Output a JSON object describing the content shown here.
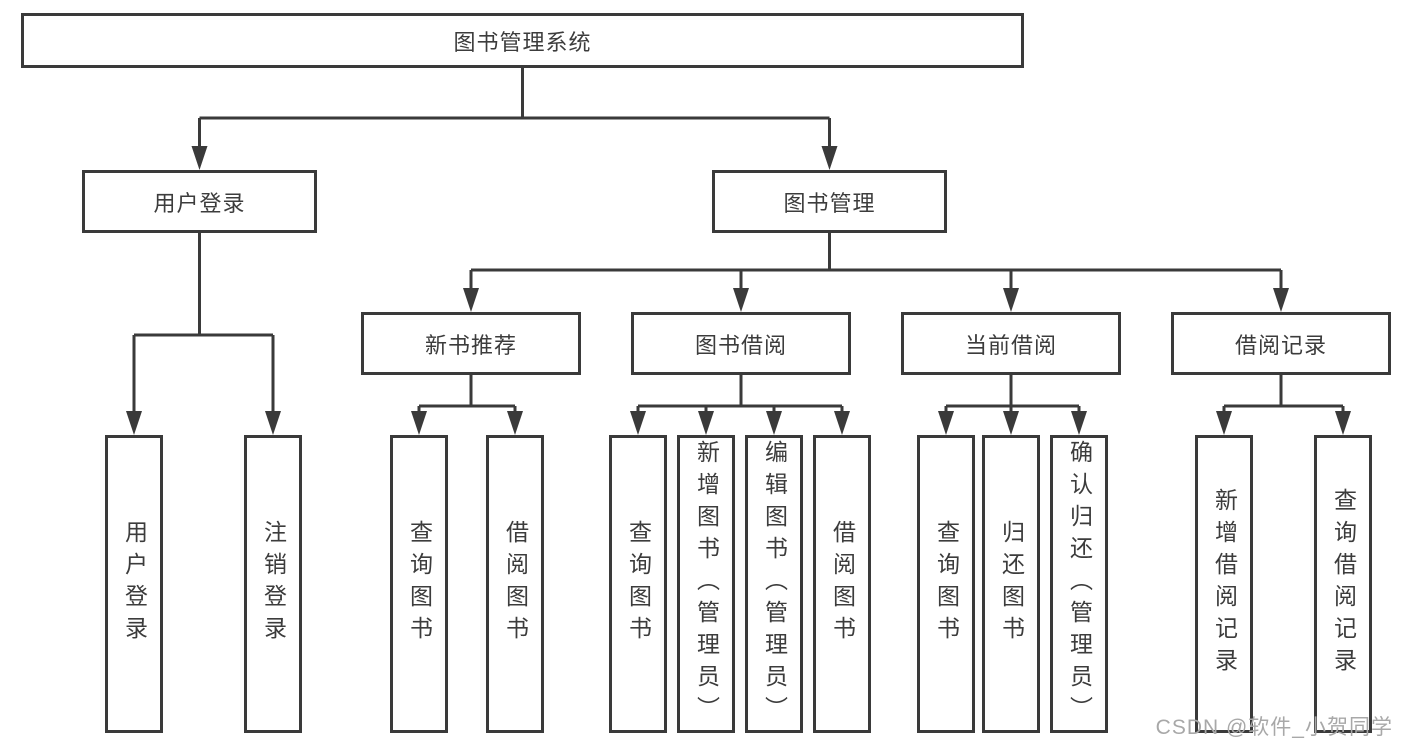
{
  "colors": {
    "background": "#ffffff",
    "line": "#3a3a3a",
    "box_border": "#3a3a3a",
    "text": "#3c3c3c",
    "watermark": "#a8a8a8"
  },
  "nodes": {
    "root": "图书管理系统",
    "user_login": "用户登录",
    "book_mgmt": "图书管理",
    "new_book": "新书推荐",
    "book_borrow": "图书借阅",
    "current_borrow": "当前借阅",
    "borrow_record": "借阅记录",
    "leaf_user_login": "用户登录",
    "leaf_logout": "注销登录",
    "leaf_nb_query": "查询图书",
    "leaf_nb_borrow": "借阅图书",
    "leaf_bb_query": "查询图书",
    "leaf_bb_add": "新增图书（管理员）",
    "leaf_bb_edit": "编辑图书（管理员）",
    "leaf_bb_borrow": "借阅图书",
    "leaf_cb_query": "查询图书",
    "leaf_cb_return": "归还图书",
    "leaf_cb_confirm": "确认归还（管理员）",
    "leaf_br_add": "新增借阅记录",
    "leaf_br_query": "查询借阅记录"
  },
  "watermark": {
    "text": "CSDN @软件_小贺同学"
  }
}
